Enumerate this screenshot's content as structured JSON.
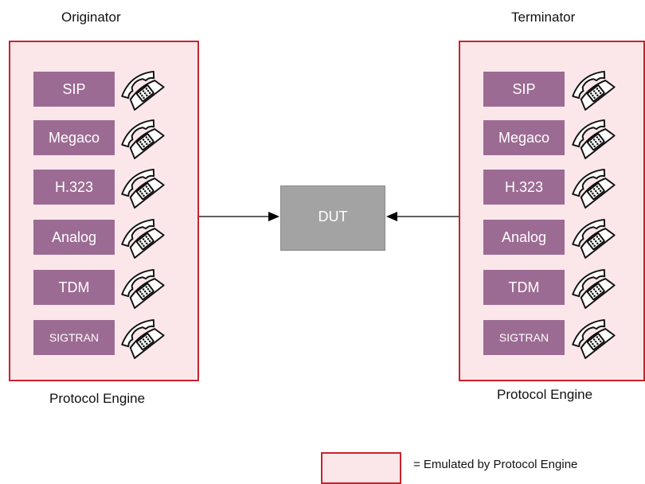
{
  "originator": {
    "title": "Originator",
    "footer": "Protocol Engine",
    "protocols": [
      "SIP",
      "Megaco",
      "H.323",
      "Analog",
      "TDM",
      "SIGTRAN"
    ]
  },
  "terminator": {
    "title": "Terminator",
    "footer": "Protocol Engine",
    "protocols": [
      "SIP",
      "Megaco",
      "H.323",
      "Analog",
      "TDM",
      "SIGTRAN"
    ]
  },
  "dut": {
    "label": "DUT"
  },
  "legend": {
    "text": "= Emulated by Protocol Engine"
  },
  "colors": {
    "engine_fill": "#fbe7ea",
    "engine_border": "#c8232c",
    "protocol_fill": "#9c6b93",
    "dut_fill": "#a3a3a3",
    "arrow": "#000000"
  },
  "icons": {
    "phone": "telephone-icon"
  }
}
